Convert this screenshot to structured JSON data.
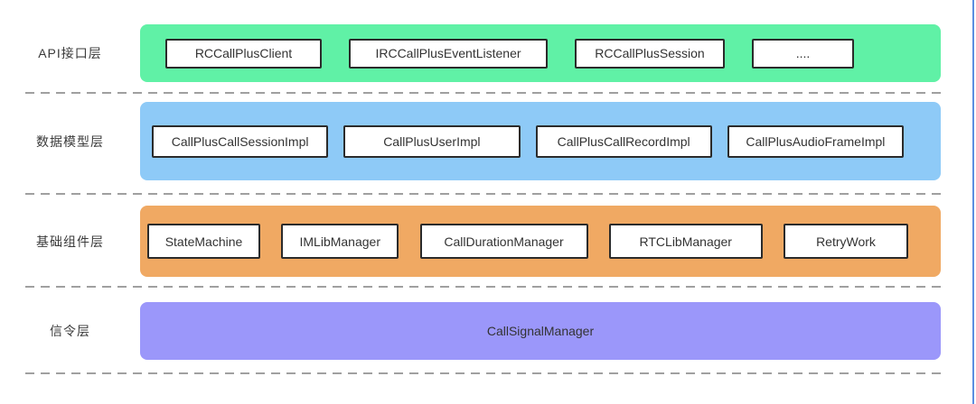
{
  "page": {
    "background": "#ffffff",
    "right_border_color": "#5b8ee0",
    "divider_color": "#a0a0a0"
  },
  "layers": [
    {
      "label": "API接口层",
      "band_color": "#60f1a6",
      "boxes": [
        "RCCallPlusClient",
        "IRCCallPlusEventListener",
        "RCCallPlusSession",
        "...."
      ]
    },
    {
      "label": "数据模型层",
      "band_color": "#8ecaf7",
      "boxes": [
        "CallPlusCallSessionImpl",
        "CallPlusUserImpl",
        "CallPlusCallRecordImpl",
        "CallPlusAudioFrameImpl"
      ]
    },
    {
      "label": "基础组件层",
      "band_color": "#f0a963",
      "boxes": [
        "StateMachine",
        "IMLibManager",
        "CallDurationManager",
        "RTCLibManager",
        "RetryWork"
      ]
    },
    {
      "label": "信令层",
      "band_color": "#9b97fa",
      "band_text": "CallSignalManager",
      "boxes": []
    }
  ]
}
